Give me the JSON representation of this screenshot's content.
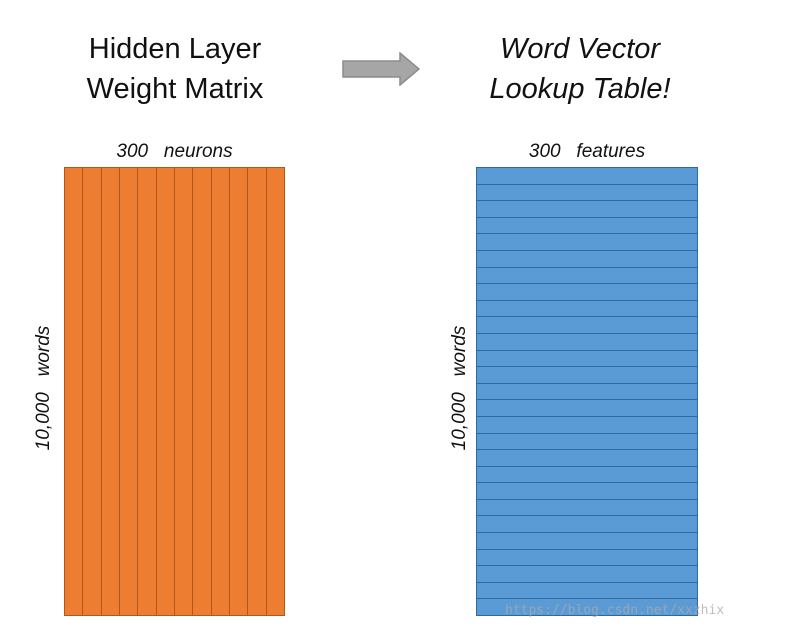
{
  "left": {
    "title_line1": "Hidden Layer",
    "title_line2": "Weight Matrix",
    "top_label": "300   neurons",
    "side_label": "10,000   words",
    "fill_color": "#ed7d31",
    "column_count": 12
  },
  "right": {
    "title_line1": "Word Vector",
    "title_line2": "Lookup Table!",
    "top_label": "300   features",
    "side_label": "10,000   words",
    "fill_color": "#5b9bd5",
    "row_count": 27
  },
  "arrow": {
    "icon": "right-arrow-icon",
    "color": "#a6a6a6"
  },
  "watermark": "https://blog.csdn.net/xxzhix"
}
